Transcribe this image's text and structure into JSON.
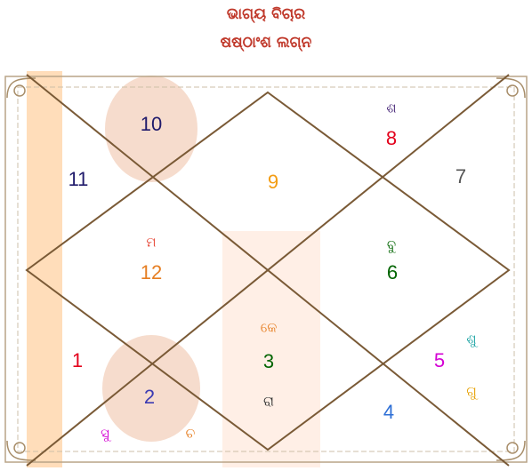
{
  "header": {
    "title": "ଭାଗ୍ୟ ବିଚାର",
    "subtitle": "ଷଷ୍ଠାଂଶ ଲଗ୍ନ"
  },
  "colors": {
    "title": "#c0392b",
    "lines": "#7a5a36",
    "border": "#b9a487",
    "shapes": "#f6dccd",
    "stripe": "#ffd9b3"
  },
  "houses": [
    {
      "house": 1,
      "number": "9",
      "number_color": "#f39c12",
      "planets": []
    },
    {
      "house": 2,
      "number": "10",
      "number_color": "#1f1a6b",
      "planets": []
    },
    {
      "house": 3,
      "number": "11",
      "number_color": "#1f1a6b",
      "planets": []
    },
    {
      "house": 4,
      "number": "12",
      "number_color": "#e67e22",
      "planets": [
        {
          "text": "ମ",
          "color": "#e74c3c"
        }
      ]
    },
    {
      "house": 5,
      "number": "1",
      "number_color": "#e3001b",
      "planets": []
    },
    {
      "house": 6,
      "number": "2",
      "number_color": "#3b3bb3",
      "planets": [
        {
          "text": "ସୁ",
          "color": "#d400d4"
        },
        {
          "text": "ଚ",
          "color": "#e67e22"
        }
      ]
    },
    {
      "house": 7,
      "number": "3",
      "number_color": "#006400",
      "planets": [
        {
          "text": "କେ",
          "color": "#e67e22"
        },
        {
          "text": "ରା",
          "color": "#333333"
        }
      ]
    },
    {
      "house": 8,
      "number": "4",
      "number_color": "#2e6fd6",
      "planets": []
    },
    {
      "house": 9,
      "number": "5",
      "number_color": "#d400d4",
      "planets": [
        {
          "text": "ଶୁ",
          "color": "#1aa3a3"
        },
        {
          "text": "ଗୁ",
          "color": "#e6a000"
        }
      ]
    },
    {
      "house": 10,
      "number": "6",
      "number_color": "#006400",
      "planets": [
        {
          "text": "ବୁ",
          "color": "#006400"
        }
      ]
    },
    {
      "house": 11,
      "number": "7",
      "number_color": "#555555",
      "planets": []
    },
    {
      "house": 12,
      "number": "8",
      "number_color": "#e3001b",
      "planets": [
        {
          "text": "ଶ",
          "color": "#4b2a7a"
        }
      ]
    }
  ]
}
